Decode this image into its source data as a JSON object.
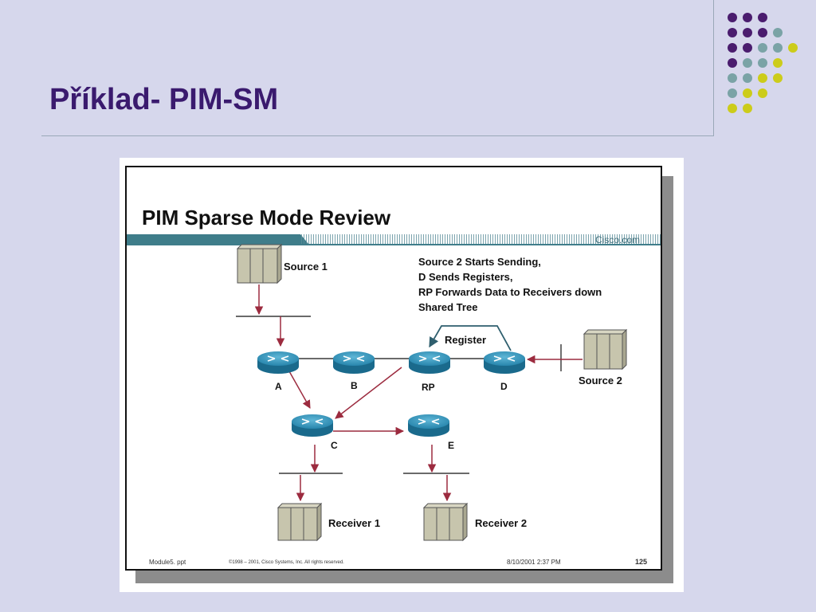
{
  "page": {
    "title": "Příklad- PIM-SM"
  },
  "colors": {
    "purple": "#4a1c6e",
    "teal": "#7aa3a6",
    "yellow": "#cccc1a",
    "accent_title": "#3a1a6e"
  },
  "slide": {
    "title": "PIM Sparse Mode Review",
    "brand": "Cisco.com",
    "note": [
      "Source 2 Starts Sending,",
      "D Sends Registers,",
      "RP Forwards Data to Receivers down",
      "Shared Tree"
    ],
    "register_label": "Register",
    "hosts": {
      "source1": "Source 1",
      "source2": "Source 2",
      "receiver1": "Receiver 1",
      "receiver2": "Receiver 2"
    },
    "routers": {
      "a": "A",
      "b": "B",
      "rp": "RP",
      "d": "D",
      "c": "C",
      "e": "E"
    },
    "footer": {
      "file": "Module5. ppt",
      "copyright": "©1998 – 2001, Cisco Systems, Inc. All rights reserved.",
      "date": "8/10/2001 2:37 PM",
      "page": "125"
    }
  }
}
